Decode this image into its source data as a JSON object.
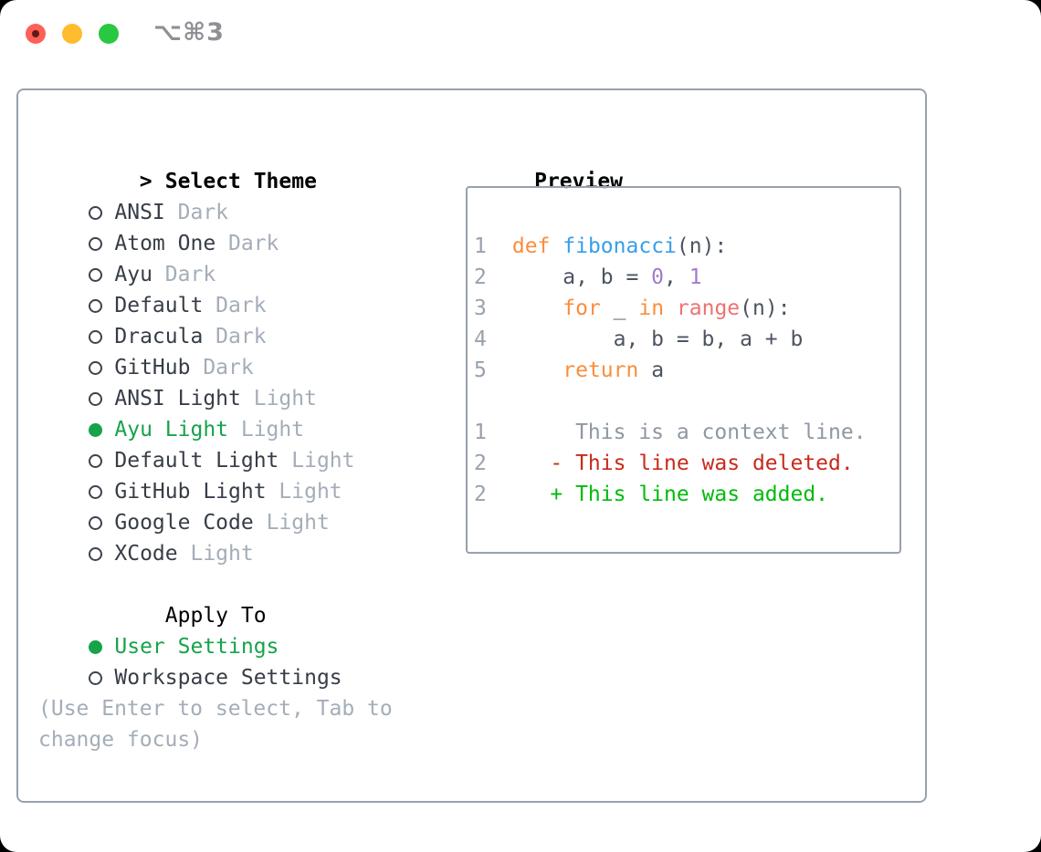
{
  "window": {
    "title": "⌥⌘3"
  },
  "picker": {
    "prompt": ">",
    "title": "Select Theme",
    "items": [
      {
        "name": "ANSI",
        "variant": "Dark",
        "selected": false
      },
      {
        "name": "Atom One",
        "variant": "Dark",
        "selected": false
      },
      {
        "name": "Ayu",
        "variant": "Dark",
        "selected": false
      },
      {
        "name": "Default",
        "variant": "Dark",
        "selected": false
      },
      {
        "name": "Dracula",
        "variant": "Dark",
        "selected": false
      },
      {
        "name": "GitHub",
        "variant": "Dark",
        "selected": false
      },
      {
        "name": "ANSI Light",
        "variant": "Light",
        "selected": false
      },
      {
        "name": "Ayu Light",
        "variant": "Light",
        "selected": true
      },
      {
        "name": "Default Light",
        "variant": "Light",
        "selected": false
      },
      {
        "name": "GitHub Light",
        "variant": "Light",
        "selected": false
      },
      {
        "name": "Google Code",
        "variant": "Light",
        "selected": false
      },
      {
        "name": "XCode",
        "variant": "Light",
        "selected": false
      }
    ],
    "apply_to": {
      "title": "Apply To",
      "options": [
        {
          "label": "User Settings",
          "selected": true
        },
        {
          "label": "Workspace Settings",
          "selected": false
        }
      ]
    },
    "hint": "(Use Enter to select, Tab to change focus)"
  },
  "preview": {
    "title": "Preview",
    "lines": [
      {
        "num": "1",
        "tokens": [
          {
            "t": " ",
            "c": "fg"
          },
          {
            "t": "def",
            "c": "kw"
          },
          {
            "t": " ",
            "c": "fg"
          },
          {
            "t": "fibonacci",
            "c": "fn"
          },
          {
            "t": "(n):",
            "c": "fg"
          }
        ]
      },
      {
        "num": "2",
        "tokens": [
          {
            "t": "     a, b = ",
            "c": "fg"
          },
          {
            "t": "0",
            "c": "num"
          },
          {
            "t": ", ",
            "c": "fg"
          },
          {
            "t": "1",
            "c": "num"
          }
        ]
      },
      {
        "num": "3",
        "tokens": [
          {
            "t": "     ",
            "c": "fg"
          },
          {
            "t": "for",
            "c": "kw"
          },
          {
            "t": " _ ",
            "c": "fg"
          },
          {
            "t": "in",
            "c": "kw"
          },
          {
            "t": " ",
            "c": "fg"
          },
          {
            "t": "range",
            "c": "sp"
          },
          {
            "t": "(n):",
            "c": "fg"
          }
        ]
      },
      {
        "num": "4",
        "tokens": [
          {
            "t": "         a, b = b, a + b",
            "c": "fg"
          }
        ]
      },
      {
        "num": "5",
        "tokens": [
          {
            "t": "     ",
            "c": "fg"
          },
          {
            "t": "return",
            "c": "kw"
          },
          {
            "t": " a",
            "c": "fg"
          }
        ]
      },
      {
        "num": "",
        "tokens": []
      },
      {
        "num": "1",
        "tokens": [
          {
            "t": "      This is a context line.",
            "c": "ctx"
          }
        ]
      },
      {
        "num": "2",
        "tokens": [
          {
            "t": "    - This line was deleted.",
            "c": "del"
          }
        ]
      },
      {
        "num": "2",
        "tokens": [
          {
            "t": "    + This line was added.",
            "c": "add"
          }
        ]
      }
    ]
  },
  "colors": {
    "heading": "#000000",
    "text": "#373D47",
    "muted": "#A4ADB8",
    "border": "#98A1AC",
    "accent": "#16A34A",
    "title_gray": "#8E9095",
    "syntax": {
      "kw": "#FA8D3E",
      "fn": "#399EE6",
      "num": "#A37ACC",
      "sp": "#F07171",
      "fg": "#4C5461",
      "ctx": "#8F97A1",
      "del": "#C9291C",
      "add": "#00BB0C",
      "gutter": "#99A1AC"
    },
    "traffic_lights": {
      "close": "#FF5F57",
      "minimize": "#FEBC2E",
      "zoom": "#28C840"
    }
  }
}
